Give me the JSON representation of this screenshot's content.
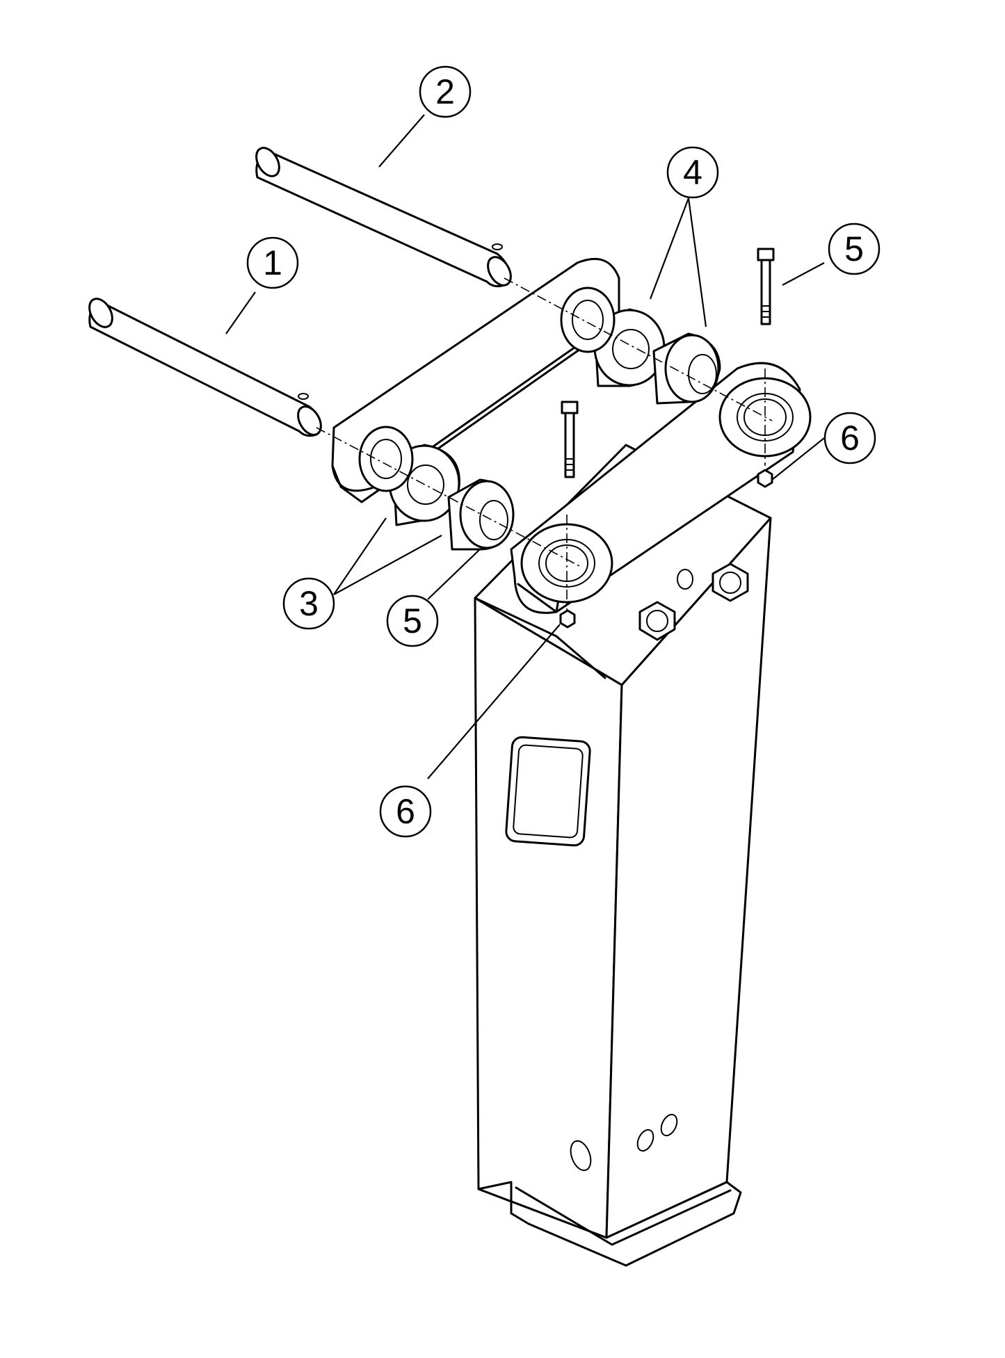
{
  "callouts": [
    {
      "id": "callout-1",
      "label": "1"
    },
    {
      "id": "callout-2",
      "label": "2"
    },
    {
      "id": "callout-3",
      "label": "3"
    },
    {
      "id": "callout-4",
      "label": "4"
    },
    {
      "id": "callout-5-upper",
      "label": "5"
    },
    {
      "id": "callout-5-lower",
      "label": "5"
    },
    {
      "id": "callout-6-right",
      "label": "6"
    },
    {
      "id": "callout-6-lower",
      "label": "6"
    }
  ],
  "colors": {
    "line": "#000000",
    "background": "#ffffff"
  }
}
